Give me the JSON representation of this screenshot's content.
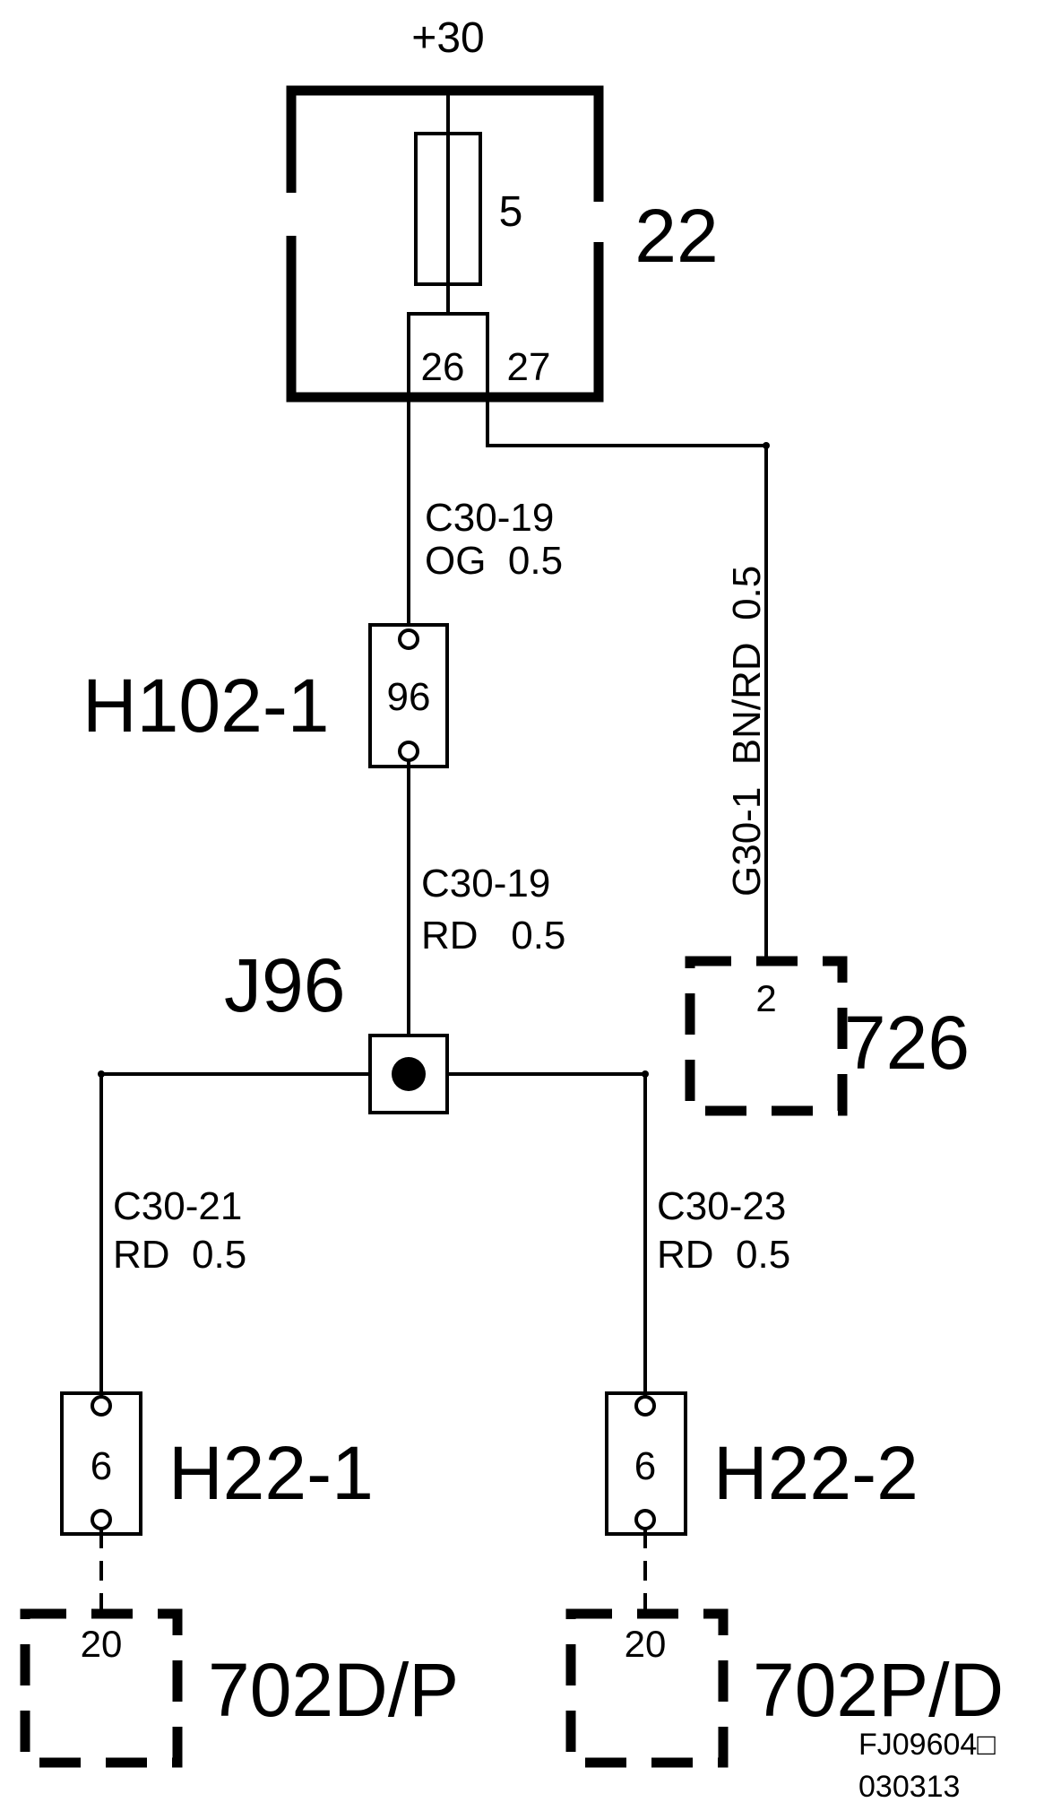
{
  "supply": {
    "label": "+30"
  },
  "fuse_box": {
    "id": "22",
    "fuse_rating": "5",
    "pin_a": "26",
    "pin_b": "27"
  },
  "wires": {
    "w1": {
      "circuit": "C30-19",
      "spec": "OG  0.5"
    },
    "w2": {
      "circuit": "C30-19",
      "spec": "RD   0.5"
    },
    "w3": {
      "circuit": "C30-21",
      "spec": "RD  0.5"
    },
    "w4": {
      "circuit": "C30-23",
      "spec": "RD  0.5"
    },
    "w5": {
      "label": "G30-1  BN/RD  0.5"
    }
  },
  "connectors": {
    "h102": {
      "id": "H102-1",
      "pin": "96"
    },
    "h22_1": {
      "id": "H22-1",
      "pin": "6"
    },
    "h22_2": {
      "id": "H22-2",
      "pin": "6"
    }
  },
  "junction": {
    "id": "J96"
  },
  "components": {
    "c726": {
      "id": "726",
      "pin": "2"
    },
    "c702dp": {
      "id": "702D/P",
      "pin": "20"
    },
    "c702pd": {
      "id": "702P/D",
      "pin": "20"
    }
  },
  "stamp": {
    "code": "FJ09604□",
    "date": "030313"
  }
}
